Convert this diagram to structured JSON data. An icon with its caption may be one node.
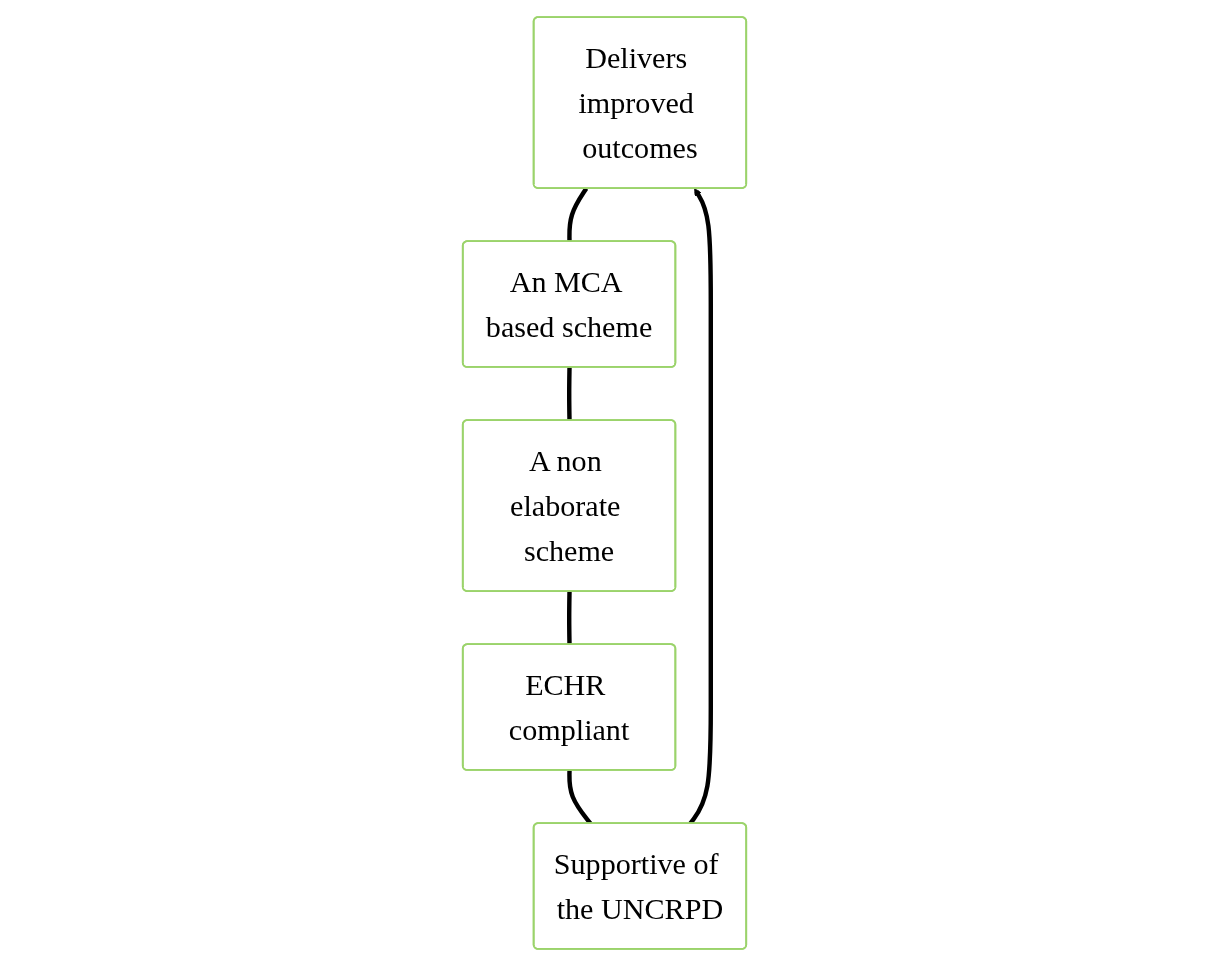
{
  "diagram": {
    "nodes": [
      {
        "text": [
          "Delivers improved outcomes"
        ]
      },
      {
        "text": [
          "An MCA based scheme"
        ]
      },
      {
        "text": [
          "A non elaborate scheme"
        ]
      },
      {
        "text": [
          "ECHR compliant"
        ]
      },
      {
        "text": [
          "Supportive of the UNCRPD"
        ]
      }
    ],
    "edges": [
      {
        "from": 0,
        "to": 1,
        "arrow": "none"
      },
      {
        "from": 1,
        "to": 2,
        "arrow": "none"
      },
      {
        "from": 2,
        "to": 3,
        "arrow": "none"
      },
      {
        "from": 3,
        "to": 4,
        "arrow": "none"
      },
      {
        "from": 4,
        "to": 0,
        "arrow": "to"
      }
    ]
  }
}
